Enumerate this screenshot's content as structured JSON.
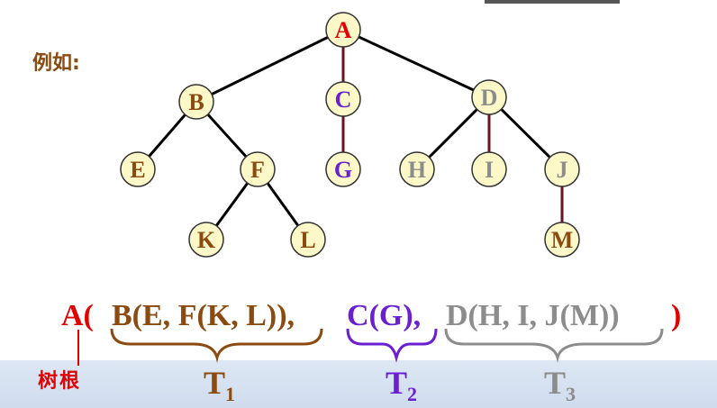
{
  "example_label": "例如:",
  "root_label": "树根",
  "colors": {
    "root": "#e00000",
    "brown": "#8b4a10",
    "purple": "#6a1fd0",
    "gray": "#8c8c8c",
    "maroon": "#6e1020",
    "black": "#000000",
    "node_fill": "#fdf8c8"
  },
  "tree": {
    "nodes": [
      {
        "id": "A",
        "label": "A",
        "color": "root"
      },
      {
        "id": "B",
        "label": "B",
        "color": "brown"
      },
      {
        "id": "C",
        "label": "C",
        "color": "purple"
      },
      {
        "id": "D",
        "label": "D",
        "color": "gray"
      },
      {
        "id": "E",
        "label": "E",
        "color": "brown"
      },
      {
        "id": "F",
        "label": "F",
        "color": "brown"
      },
      {
        "id": "G",
        "label": "G",
        "color": "purple"
      },
      {
        "id": "H",
        "label": "H",
        "color": "gray"
      },
      {
        "id": "I",
        "label": "I",
        "color": "gray"
      },
      {
        "id": "J",
        "label": "J",
        "color": "gray"
      },
      {
        "id": "K",
        "label": "K",
        "color": "brown"
      },
      {
        "id": "L",
        "label": "L",
        "color": "brown"
      },
      {
        "id": "M",
        "label": "M",
        "color": "brown"
      }
    ],
    "edges": [
      {
        "from": "A",
        "to": "B",
        "color": "black"
      },
      {
        "from": "A",
        "to": "C",
        "color": "maroon"
      },
      {
        "from": "A",
        "to": "D",
        "color": "black"
      },
      {
        "from": "B",
        "to": "E",
        "color": "black"
      },
      {
        "from": "B",
        "to": "F",
        "color": "black"
      },
      {
        "from": "C",
        "to": "G",
        "color": "maroon"
      },
      {
        "from": "D",
        "to": "H",
        "color": "black"
      },
      {
        "from": "D",
        "to": "I",
        "color": "maroon"
      },
      {
        "from": "D",
        "to": "J",
        "color": "black"
      },
      {
        "from": "F",
        "to": "K",
        "color": "black"
      },
      {
        "from": "F",
        "to": "L",
        "color": "black"
      },
      {
        "from": "J",
        "to": "M",
        "color": "maroon"
      }
    ]
  },
  "expression": [
    {
      "text": "A(",
      "color": "root"
    },
    {
      "text": "B(E, F(K, L)),",
      "color": "brown"
    },
    {
      "text": "C(G),",
      "color": "purple"
    },
    {
      "text": "D(H, I, J(M))",
      "color": "gray"
    },
    {
      "text": ")",
      "color": "root"
    }
  ],
  "subtrees": [
    {
      "t": "T",
      "n": "1",
      "color": "brown"
    },
    {
      "t": "T",
      "n": "2",
      "color": "purple"
    },
    {
      "t": "T",
      "n": "3",
      "color": "gray"
    }
  ]
}
